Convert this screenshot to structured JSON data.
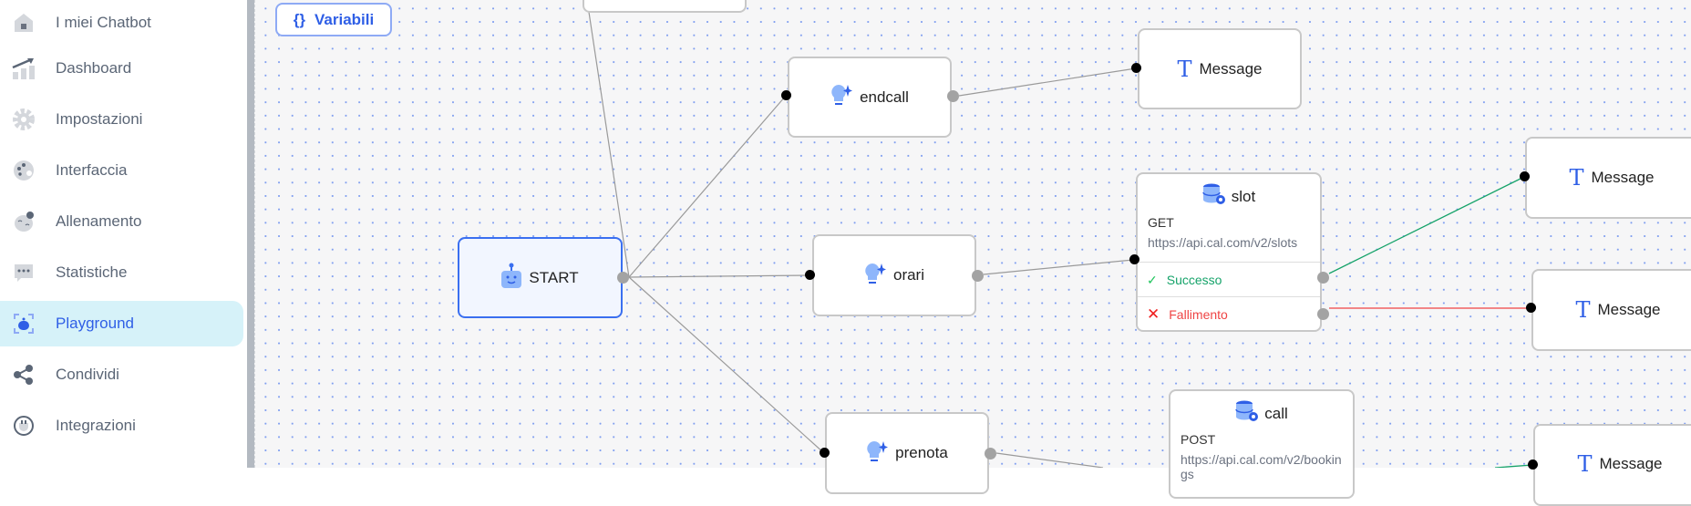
{
  "sidebar": {
    "items": [
      {
        "label": "I miei Chatbot",
        "icon": "home-icon"
      },
      {
        "label": "Dashboard",
        "icon": "chart-trend-icon"
      },
      {
        "label": "Impostazioni",
        "icon": "gear-icon"
      },
      {
        "label": "Interfaccia",
        "icon": "palette-icon"
      },
      {
        "label": "Allenamento",
        "icon": "brain-icon"
      },
      {
        "label": "Statistiche",
        "icon": "chat-dots-icon"
      },
      {
        "label": "Playground",
        "icon": "robot-icon",
        "active": true
      },
      {
        "label": "Condividi",
        "icon": "share-icon"
      },
      {
        "label": "Integrazioni",
        "icon": "plug-icon"
      }
    ]
  },
  "toolbar": {
    "variables_icon": "{}",
    "variables_label": "Variabili"
  },
  "nodes": {
    "start": {
      "label": "START"
    },
    "endcall": {
      "label": "endcall"
    },
    "orari": {
      "label": "orari"
    },
    "prenota": {
      "label": "prenota"
    },
    "message1": {
      "label": "Message"
    },
    "message2": {
      "label": "Message"
    },
    "message3": {
      "label": "Message"
    },
    "message4": {
      "label": "Message"
    },
    "slot": {
      "label": "slot",
      "method": "GET",
      "url": "https://api.cal.com/v2/slots",
      "success": "Successo",
      "failure": "Fallimento"
    },
    "call": {
      "label": "call",
      "method": "POST",
      "url": "https://api.cal.com/v2/bookings"
    }
  },
  "colors": {
    "accent": "#2f5fe6",
    "success": "#16a36a",
    "failure": "#ef4444",
    "edge": "#9a9a9a"
  }
}
